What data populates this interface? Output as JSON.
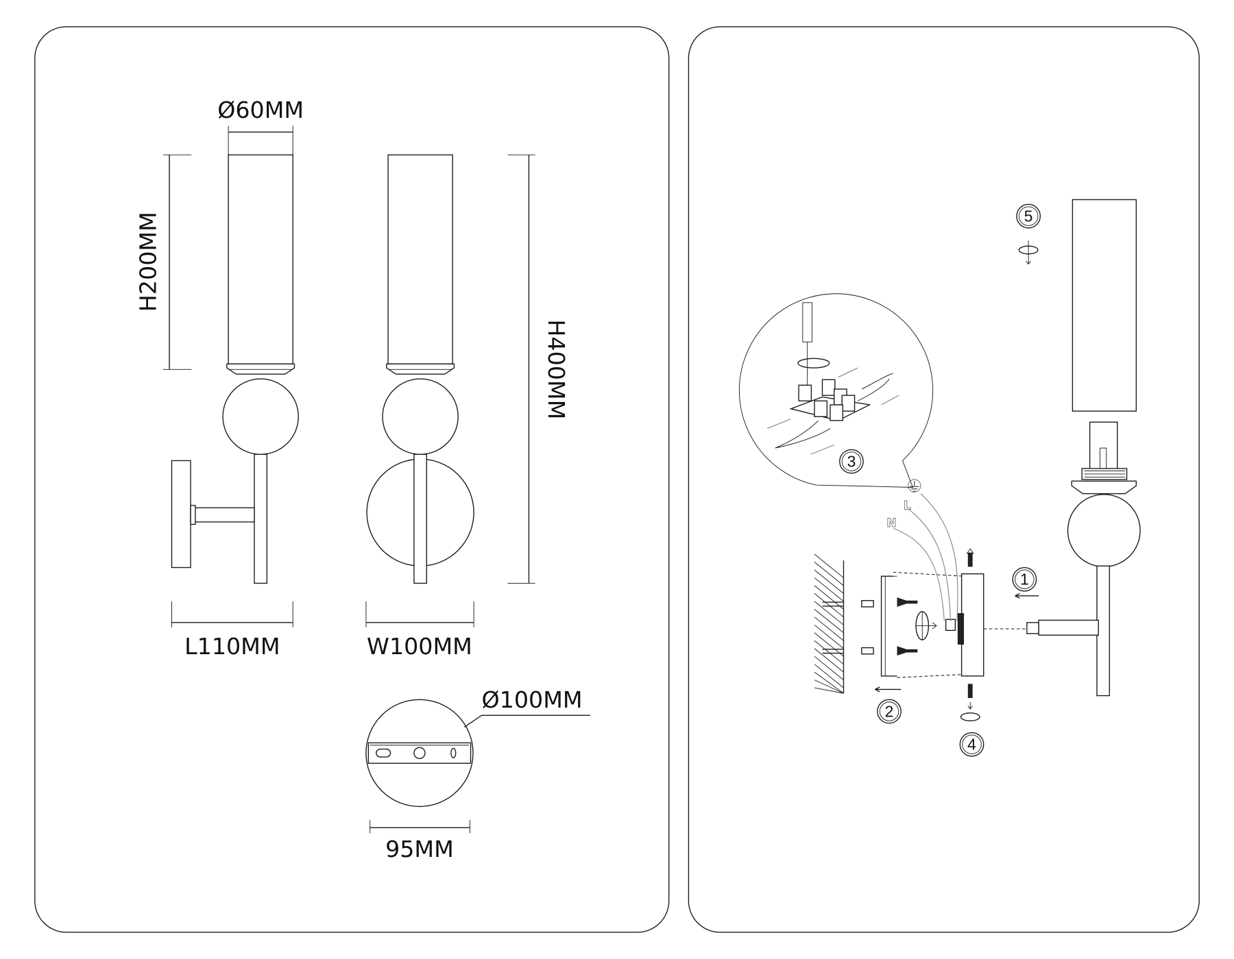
{
  "dimensions": {
    "shade_diameter": "Ø60MM",
    "shade_height": "H200MM",
    "total_height": "H400MM",
    "length": "L110MM",
    "width": "W100MM",
    "backplate_diameter": "Ø100MM",
    "mounting_bar_length": "95MM"
  },
  "steps": [
    "1",
    "2",
    "3",
    "4",
    "5"
  ],
  "wire_labels": {
    "neutral": "N",
    "live": "L"
  }
}
